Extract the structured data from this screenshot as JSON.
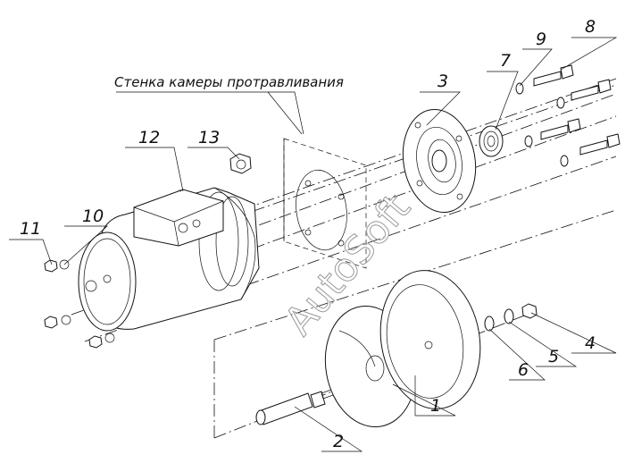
{
  "caption": "Стенка камеры протравливания",
  "watermark": "AutoSoft",
  "parts": [
    {
      "id": "1",
      "label": "1"
    },
    {
      "id": "2",
      "label": "2"
    },
    {
      "id": "3",
      "label": "3"
    },
    {
      "id": "4",
      "label": "4"
    },
    {
      "id": "5",
      "label": "5"
    },
    {
      "id": "6",
      "label": "6"
    },
    {
      "id": "7",
      "label": "7"
    },
    {
      "id": "8",
      "label": "8"
    },
    {
      "id": "9",
      "label": "9"
    },
    {
      "id": "10",
      "label": "10"
    },
    {
      "id": "11",
      "label": "11"
    },
    {
      "id": "12",
      "label": "12"
    },
    {
      "id": "13",
      "label": "13"
    }
  ]
}
